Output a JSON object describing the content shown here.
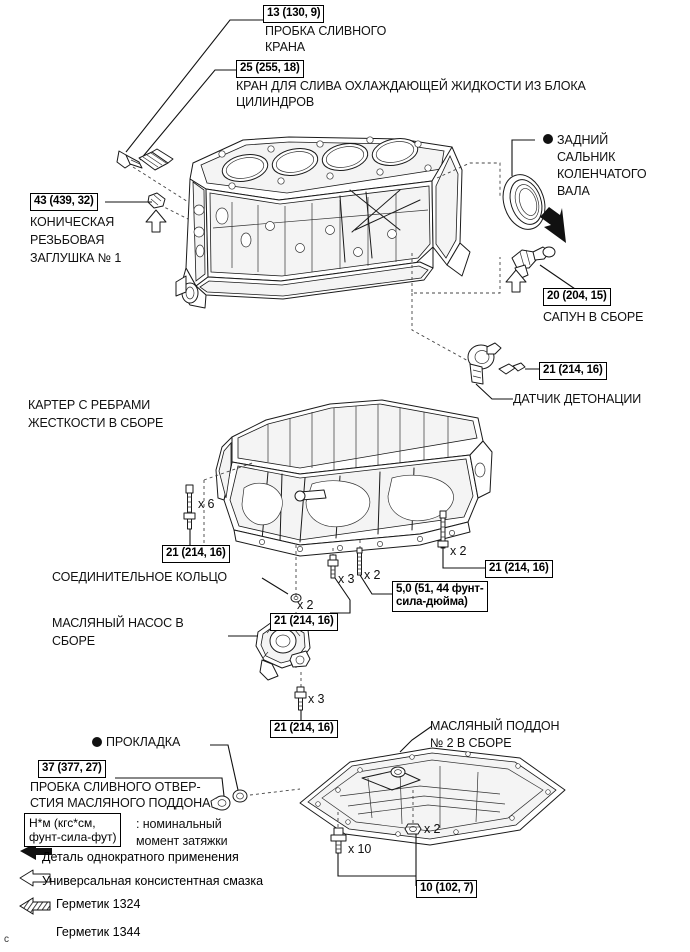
{
  "document": {
    "kind": "exploded-parts-diagram",
    "subject": "Блок цилиндров двигателя — разборка",
    "language": "ru",
    "footer_mark": "c",
    "ink_color": "#000000",
    "paper_color": "#ffffff"
  },
  "callouts": [
    {
      "id": "drain-cock-plug",
      "torque": "13 (130, 9)",
      "name": "ПРОБКА СЛИВНОГО\nКРАНА"
    },
    {
      "id": "cylinder-block-coolant-drain-cock",
      "torque": "25 (255, 18)",
      "name": "КРАН ДЛЯ СЛИВА ОХЛАЖДАЮЩЕЙ ЖИДКОСТИ ИЗ БЛОКА\nЦИЛИНДРОВ"
    },
    {
      "id": "taper-screw-plug-no1",
      "torque": "43 (439, 32)",
      "name": "КОНИЧЕСКАЯ\nРЕЗЬБОВАЯ\nЗАГЛУШКА № 1"
    },
    {
      "id": "rear-crankshaft-oil-seal",
      "torque": "",
      "name": "ЗАДНИЙ\nСАЛЬНИК\nКОЛЕНЧАТОГО\nВАЛА",
      "single_use": true
    },
    {
      "id": "ventilation-valve-assy",
      "torque": "20 (204, 15)",
      "name": "САПУН В СБОРЕ"
    },
    {
      "id": "knock-sensor",
      "torque": "21 (214, 16)",
      "name": "ДАТЧИК ДЕТОНАЦИИ"
    },
    {
      "id": "crankcase-stiffening-frame-assy",
      "torque": "",
      "name": "КАРТЕР С РЕБРАМИ\nЖЕСТКОСТИ В СБОРЕ"
    },
    {
      "id": "union-ring",
      "torque": "",
      "name": "СОЕДИНИТЕЛЬНОЕ КОЛЬЦО"
    },
    {
      "id": "oil-pump-assy",
      "torque": "",
      "name": "МАСЛЯНЫЙ НАСОС В\nСБОРЕ"
    },
    {
      "id": "oil-pan-no2-assy",
      "torque": "",
      "name": "МАСЛЯНЫЙ ПОДДОН\n№ 2 В СБОРЕ"
    },
    {
      "id": "gasket",
      "torque": "",
      "name": "ПРОКЛАДКА",
      "single_use": true
    },
    {
      "id": "oil-pan-drain-plug",
      "torque": "37 (377, 27)",
      "name": "ПРОБКА СЛИВНОГО ОТВЕР-\nСТИЯ МАСЛЯНОГО ПОДДОНА"
    }
  ],
  "torque_tags": {
    "drain_cock_plug": "13 (130, 9)",
    "coolant_drain_cock": "25 (255, 18)",
    "taper_plug": "43 (439, 32)",
    "ventilation_valve": "20 (204, 15)",
    "knock_sensor": "21 (214, 16)",
    "frame_bolt_x6": "21 (214, 16)",
    "pump_bolt_x3": "21 (214, 16)",
    "screw_x2_small": "5,0 (51, 44 фунт-\nсила-дюйма)",
    "frame_bolt_x2_right": "21 (214, 16)",
    "oil_pump_bolt_x3": "21 (214, 16)",
    "drain_plug": "37 (377, 27)",
    "oil_pan_bolt": "10 (102, 7)"
  },
  "quantities": {
    "frame_bolt_long": "x 6",
    "union_ring": "x 2",
    "bolt_x3_a": "x 3",
    "screw_x2": "x 2",
    "bolt_x2_right": "x 2",
    "oil_pump_bolt": "x 3",
    "oil_pan_bolt_x10": "x 10",
    "oil_pan_nut_x2": "x 2"
  },
  "legend": {
    "unit_box": "Н*м (кгс*см,\nфунт-сила-фут)",
    "unit_text": ": номинальный\nмомент затяжки",
    "single_use": "Деталь однократного применения",
    "grease": "Универсальная консистентная смазка",
    "sealant_1324": "Герметик 1324",
    "sealant_1344": "Герметик 1344"
  }
}
